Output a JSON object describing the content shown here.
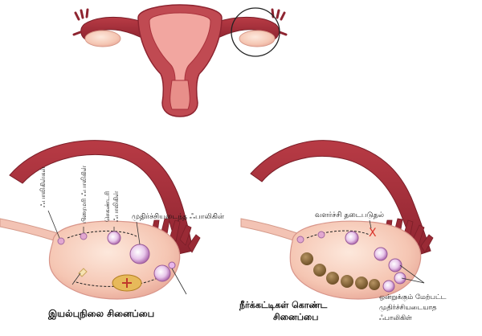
{
  "labels": {
    "follicles": "ஃபாலிகிள்கள்",
    "primary": "பிரைமரி ஃபாலிகிள்",
    "secondary_1": "செகண்டரி",
    "secondary_2": "ஃபாலிகிள்",
    "mature": "முதிர்ச்சியடைந்த ஃபாலிகிள்",
    "normal_ovary": "இயல்புநிலை சினைப்பை",
    "growth_block": "வளர்ச்சி தடைபடுதல்",
    "block_mark": "X",
    "pcos_1": "நீர்க்கட்டிகள் கொண்ட",
    "pcos_2": "சினைப்பை",
    "immature_1": "ஒன்றுக்கும் மேற்பட்ட",
    "immature_2": "முதிர்ச்சியடையாத",
    "immature_3": "ஃபாலிகிள்"
  },
  "colors": {
    "uterus_dark": "#9c2a35",
    "uterus_mid": "#c9545c",
    "uterus_light": "#f0a6a2",
    "ovary_fill": "#f4c2b0",
    "ovary_light": "#fbe3d6",
    "follicle": "#c98ac7",
    "cyst": "#8a6a3a",
    "block_x": "#d9342b"
  }
}
